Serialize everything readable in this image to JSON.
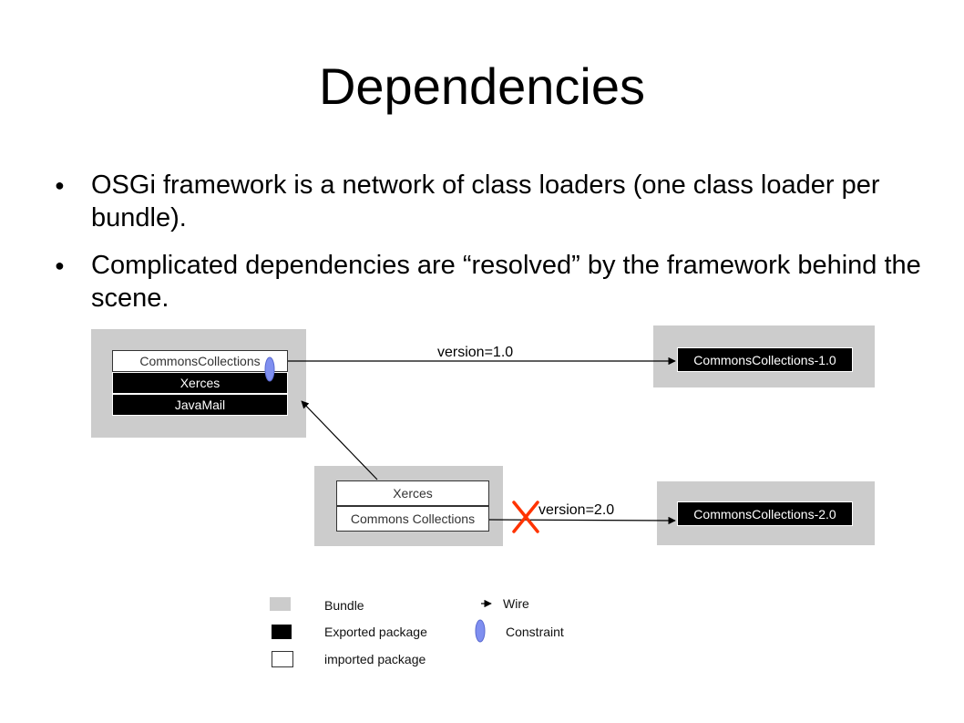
{
  "slide": {
    "title": "Dependencies",
    "bullets": [
      "OSGi framework is a network of class loaders (one class loader per bundle).",
      "Complicated dependencies are “resolved” by the framework behind the scene."
    ],
    "bullet_glyph": "●"
  },
  "diagram": {
    "bundle_a": {
      "packages": [
        "CommonsCollections",
        "Xerces",
        "JavaMail"
      ]
    },
    "bundle_b": {
      "packages": [
        "Xerces",
        "Commons Collections"
      ]
    },
    "bundle_c": {
      "package": "CommonsCollections-1.0"
    },
    "bundle_d": {
      "package": "CommonsCollections-2.0"
    },
    "wire_labels": {
      "version_1": "version=1.0",
      "version_2": "version=2.0"
    },
    "icons": {
      "constraint": "constraint-ellipse-icon",
      "blocked": "red-x-icon"
    },
    "colors": {
      "bundle": "#cccccc",
      "exported": "#000000",
      "constraint": "#7f8ff0",
      "blocked": "#ff3300"
    }
  },
  "legend": {
    "bundle": "Bundle",
    "exported": "Exported package",
    "imported": "imported package",
    "wire": "Wire",
    "constraint": "Constraint"
  }
}
